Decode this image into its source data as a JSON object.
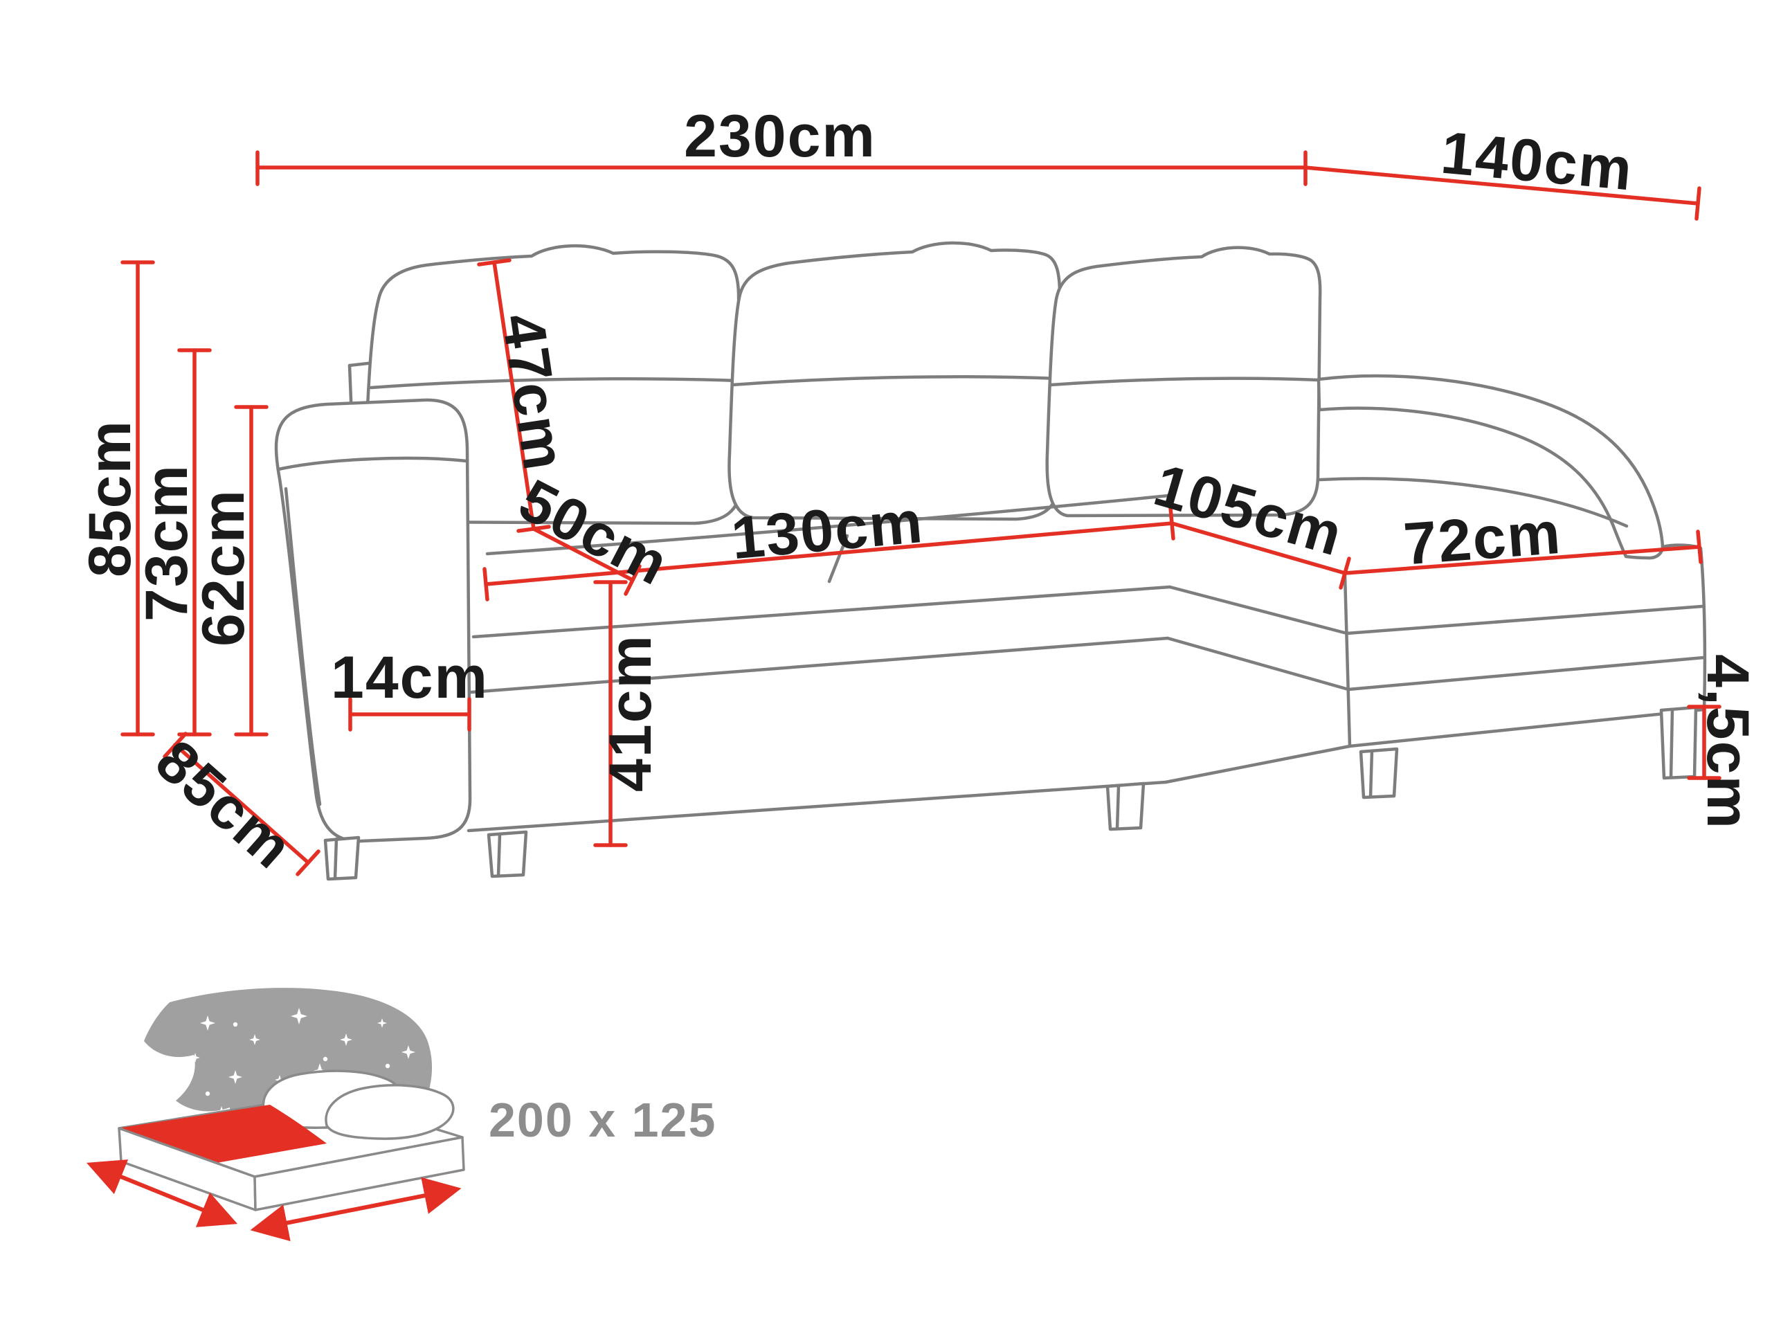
{
  "diagram": {
    "title": "corner-sofa-dimension-diagram",
    "labels": {
      "width_total": "230cm",
      "depth_total": "140cm",
      "height_total": "85cm",
      "height_backrest": "73cm",
      "height_armrest": "62cm",
      "back_cushion": "47cm",
      "seat_depth": "50cm",
      "seat_width": "130cm",
      "chaise_length": "105cm",
      "chaise_width": "72cm",
      "armrest_width": "14cm",
      "seat_height": "41cm",
      "depth_side": "85cm",
      "leg_height": "4,5cm"
    },
    "sleeping_area": {
      "icon": "sofa-bed-mattress-icon",
      "label": "200 x 125"
    },
    "colors": {
      "dimension_line": "#e42f24",
      "sofa_outline": "#7d7d7d",
      "label_text": "#1b1b1b",
      "muted_text": "#8d8d8d",
      "icon_gray": "#a0a0a0"
    }
  }
}
